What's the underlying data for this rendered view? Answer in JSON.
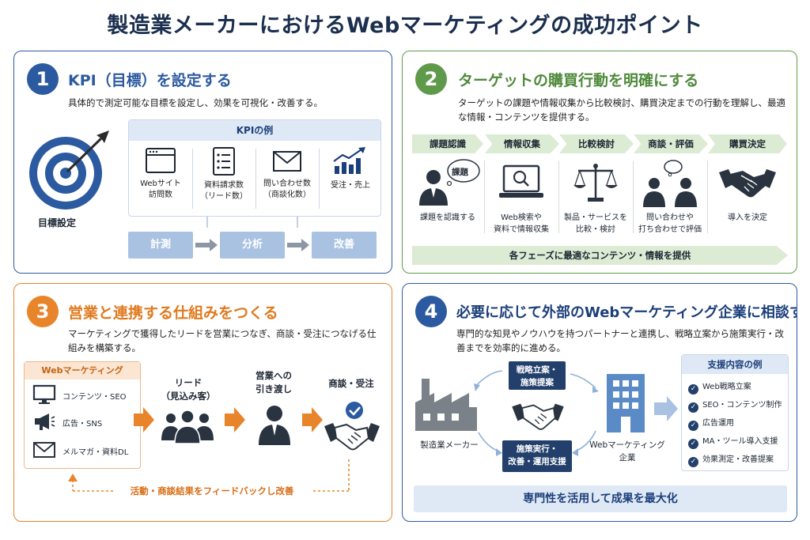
{
  "title": "製造業メーカーにおけるWebマーケティングの成功ポイント",
  "colors": {
    "blue": "#2c5aa0",
    "green": "#5f9a4a",
    "orange": "#e8852a",
    "navy": "#22406b"
  },
  "section1": {
    "number": "1",
    "title": "KPI（目標）を設定する",
    "desc": "具体的で測定可能な目標を設定し、効果を可視化・改善する。",
    "target_label": "目標設定",
    "kpi_header": "KPIの例",
    "kpis": [
      {
        "icon": "browser-window-icon",
        "label": "Webサイト\n訪問数"
      },
      {
        "icon": "document-list-icon",
        "label": "資料請求数\n（リード数）"
      },
      {
        "icon": "envelope-icon",
        "label": "問い合わせ数\n（商談化数）"
      },
      {
        "icon": "growth-chart-icon",
        "label": "受注・売上"
      }
    ],
    "cycle": [
      "計測",
      "分析",
      "改善"
    ]
  },
  "section2": {
    "number": "2",
    "title": "ターゲットの購買行動を明確にする",
    "desc": "ターゲットの課題や情報収集から比較検討、購買決定までの行動を理解し、最適な情報・コンテンツを提供する。",
    "phases": [
      {
        "name": "課題認識",
        "icon": "person-thinking-icon",
        "bubble": "課題",
        "label": "課題を認識する"
      },
      {
        "name": "情報収集",
        "icon": "laptop-search-icon",
        "label": "Web検索や\n資料で情報収集"
      },
      {
        "name": "比較検討",
        "icon": "balance-scale-icon",
        "label": "製品・サービスを\n比較・検討"
      },
      {
        "name": "商談・評価",
        "icon": "meeting-icon",
        "label": "問い合わせや\n打ち合わせで評価"
      },
      {
        "name": "購買決定",
        "icon": "handshake-icon",
        "label": "導入を決定"
      }
    ],
    "bottom": "各フェーズに最適なコンテンツ・情報を提供"
  },
  "section3": {
    "number": "3",
    "title": "営業と連携する仕組みをつくる",
    "desc": "マーケティングで獲得したリードを営業につなぎ、商談・受注につなげる仕組みを構築する。",
    "box_title": "Webマーケティング",
    "channels": [
      {
        "icon": "monitor-icon",
        "label": "コンテンツ・SEO"
      },
      {
        "icon": "megaphone-icon",
        "label": "広告・SNS"
      },
      {
        "icon": "envelope-icon",
        "label": "メルマガ・資料DL"
      }
    ],
    "flow": [
      {
        "label": "リード\n（見込み客）",
        "icon": "people-group-icon"
      },
      {
        "label": "営業への\n引き渡し",
        "icon": "sales-person-icon"
      },
      {
        "label": "商談・受注",
        "icon": "handshake-check-icon"
      }
    ],
    "feedback": "活動・商談結果をフィードバックし改善"
  },
  "section4": {
    "number": "4",
    "title": "必要に応じて外部のWebマーケティング企業に相談する",
    "desc": "専門的な知見やノウハウを持つパートナーと連携し、戦略立案から施策実行・改善までを効率的に進める。",
    "maker_label": "製造業メーカー",
    "top_box": "戦略立案・\n施策提案",
    "bottom_box": "施策実行・\n改善・運用支援",
    "agency_label": "Webマーケティング\n企業",
    "support_title": "支援内容の例",
    "support_items": [
      "Web戦略立案",
      "SEO・コンテンツ制作",
      "広告運用",
      "MA・ツール導入支援",
      "効果測定・改善提案"
    ],
    "bottom": "専門性を活用して成果を最大化"
  }
}
